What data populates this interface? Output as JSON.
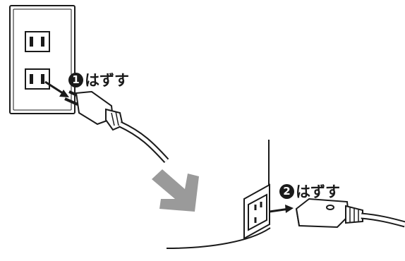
{
  "steps": [
    {
      "badge": "1",
      "text": "はずす"
    },
    {
      "badge": "2",
      "text": "はずす"
    }
  ],
  "colors": {
    "line": "#1a1a1a",
    "plate_fill": "#ffffff",
    "flow_arrow": "#9a9a9a"
  },
  "icons": {
    "wall_outlet": "wall-outlet-icon",
    "power_plug": "power-plug-icon",
    "appliance_socket": "appliance-socket-icon",
    "appliance_connector": "appliance-connector-icon",
    "flow_arrow": "flow-arrow-icon"
  }
}
